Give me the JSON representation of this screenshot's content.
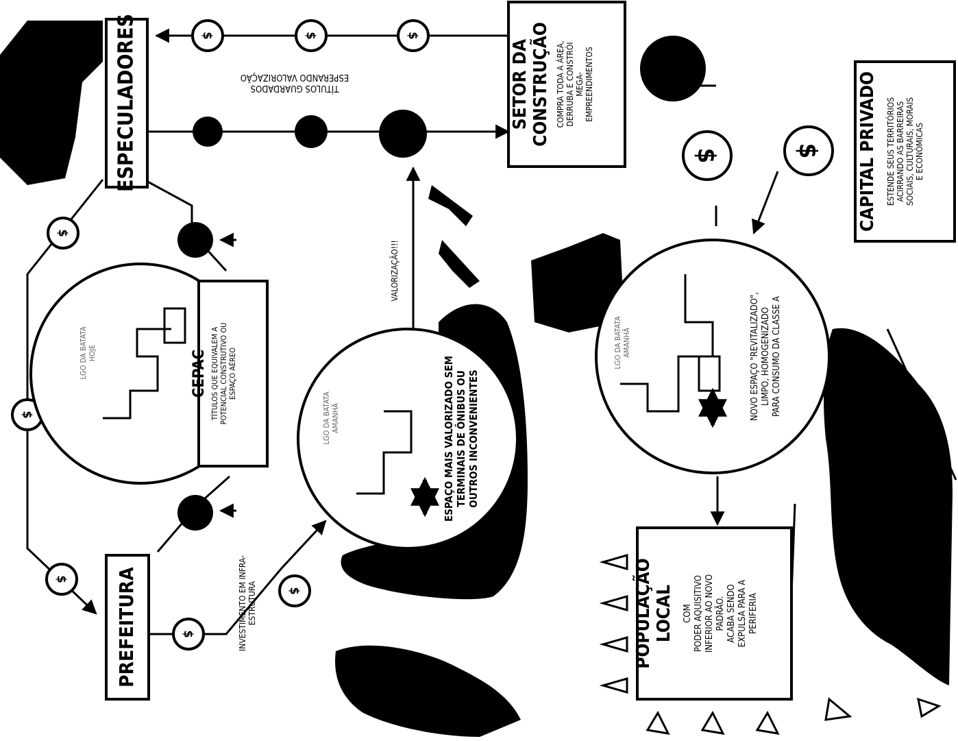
{
  "nodes": {
    "especuladores": "ESPECULADORES",
    "prefeitura": "PREFEITURA",
    "setor_title": [
      "SETOR DA",
      "CONSTRUÇÃO"
    ],
    "setor_desc": [
      "COMPRA TODA A ÁREA,",
      "DERRUBA E CONSTRÓI",
      "MEGA-",
      "EMPREENDIMENTOS"
    ],
    "capital_title": "CAPITAL PRIVADO",
    "capital_desc": [
      "ESTENDE SEUS TERRITÓRIOS",
      "ACIRRANDO AS BARREIRAS",
      "SOCIAIS, CULTURAIS, MORAIS",
      "E ECONÔMICAS"
    ],
    "populacao_title": [
      "POPULAÇÃO",
      "LOCAL"
    ],
    "populacao_desc": [
      "COM",
      "PODER AQUISITIVO",
      "INFERIOR AO NOVO",
      "PADRÃO.",
      "ACABA SENDO",
      "EXPULSA PARA A",
      "PERIFERIA"
    ],
    "cepac_title": "CEPAC",
    "cepac_desc": [
      "TÍTULOS QUE EQUIVALEM A",
      "POTENCIAL CONSTRUTIVO OU",
      "ESPAÇO AÉREO"
    ]
  },
  "circles": {
    "hoje_label": [
      "LGO DA BATATA",
      "HOJE"
    ],
    "amanha1_label": [
      "LGO DA BATATA",
      "AMANHÃ"
    ],
    "amanha1_desc": [
      "ESPAÇO MAIS VALORIZADO SEM",
      "TERMINAIS DE ÔNIBUS OU",
      "OUTROS INCONVENIENTES"
    ],
    "amanha2_label": [
      "LGO DA BATATA",
      "AMANHÃ"
    ],
    "amanha2_desc": [
      "NOVO ESPAÇO \"REVITALIZADO\",",
      "LIMPO, HOMOGENIZADO",
      "PARA CONSUMO DA CLASSE A"
    ]
  },
  "annotations": {
    "titulos": [
      "TÍTULOS GUARDADOS",
      "ESPERANDO VALORIZAÇÃO"
    ],
    "valorizacao": "VALORIZAÇÃO!!!",
    "investimento": [
      "INVESTIMENTO EM INFRA-",
      "ESTRUTURA"
    ]
  },
  "money_symbol": "$",
  "colors": {
    "ink": "#000000",
    "paper": "#ffffff"
  }
}
